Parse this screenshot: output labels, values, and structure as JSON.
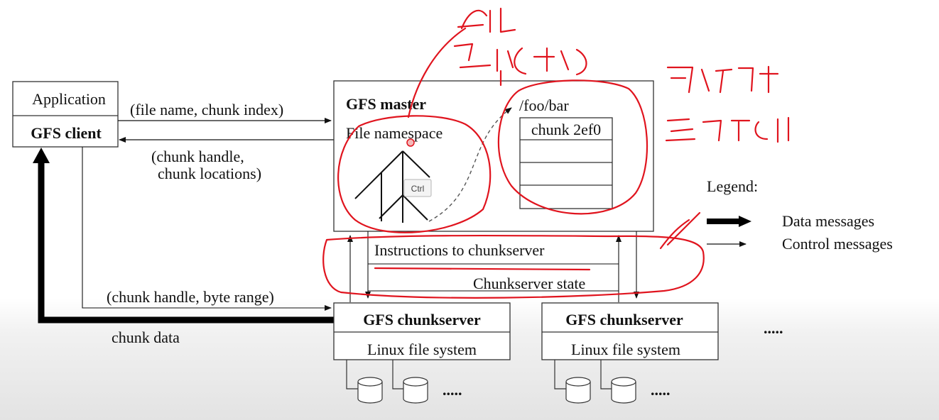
{
  "client": {
    "application": "Application",
    "gfs_client": "GFS client"
  },
  "messages": {
    "request": "(file name, chunk index)",
    "reply_line1": "(chunk handle,",
    "reply_line2": "chunk locations)",
    "chunk_request": "(chunk handle, byte range)",
    "chunk_data": "chunk data",
    "instructions": "Instructions to chunkserver",
    "state": "Chunkserver state"
  },
  "master": {
    "title": "GFS master",
    "namespace": "File namespace",
    "path": "/foo/bar",
    "chunk": "chunk 2ef0"
  },
  "chunkservers": [
    {
      "title": "GFS chunkserver",
      "fs": "Linux file system",
      "ellipsis": "....."
    },
    {
      "title": "GFS chunkserver",
      "fs": "Linux file system",
      "ellipsis": "....."
    }
  ],
  "more_servers": ".....",
  "legend": {
    "title": "Legend:",
    "data": "Data messages",
    "control": "Control messages"
  },
  "tooltip": {
    "ctrl": "Ctrl"
  },
  "annotation_color": "#e0141e"
}
